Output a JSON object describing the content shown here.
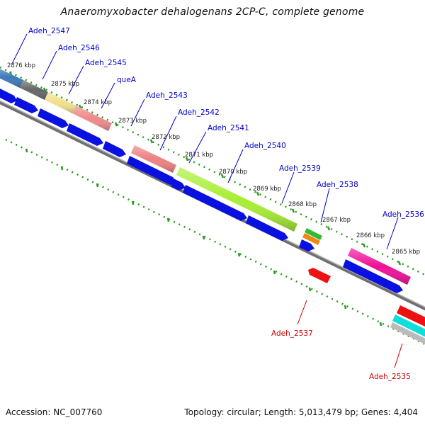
{
  "title": "Anaeromyxobacter dehalogenans 2CP-C, complete genome",
  "footer": {
    "accession": "Accession: NC_007760",
    "summary": "Topology: circular; Length: 5,013,479 bp; Genes: 4,404"
  },
  "ticks": [
    "2876 kbp",
    "2875 kbp",
    "2874 kbp",
    "2873 kbp",
    "2872 kbp",
    "2871 kbp",
    "2870 kbp",
    "2869 kbp",
    "2868 kbp",
    "2867 kbp",
    "2866 kbp",
    "2865 kbp"
  ],
  "genes_top": [
    "Adeh_2547",
    "Adeh_2546",
    "Adeh_2545",
    "queA",
    "Adeh_2543",
    "Adeh_2542",
    "Adeh_2541",
    "Adeh_2540",
    "Adeh_2539",
    "Adeh_2538",
    "Adeh_2536"
  ],
  "genes_bottom": [
    "Adeh_2537",
    "Adeh_2535"
  ],
  "colors": {
    "forward_label": "#0000cc",
    "reverse_label": "#cc0000",
    "forward_cds": "#0a10e0",
    "reverse_cds": "#ee1111",
    "backbone": "#7a7a7a",
    "tick_green": "#2a9a20"
  }
}
